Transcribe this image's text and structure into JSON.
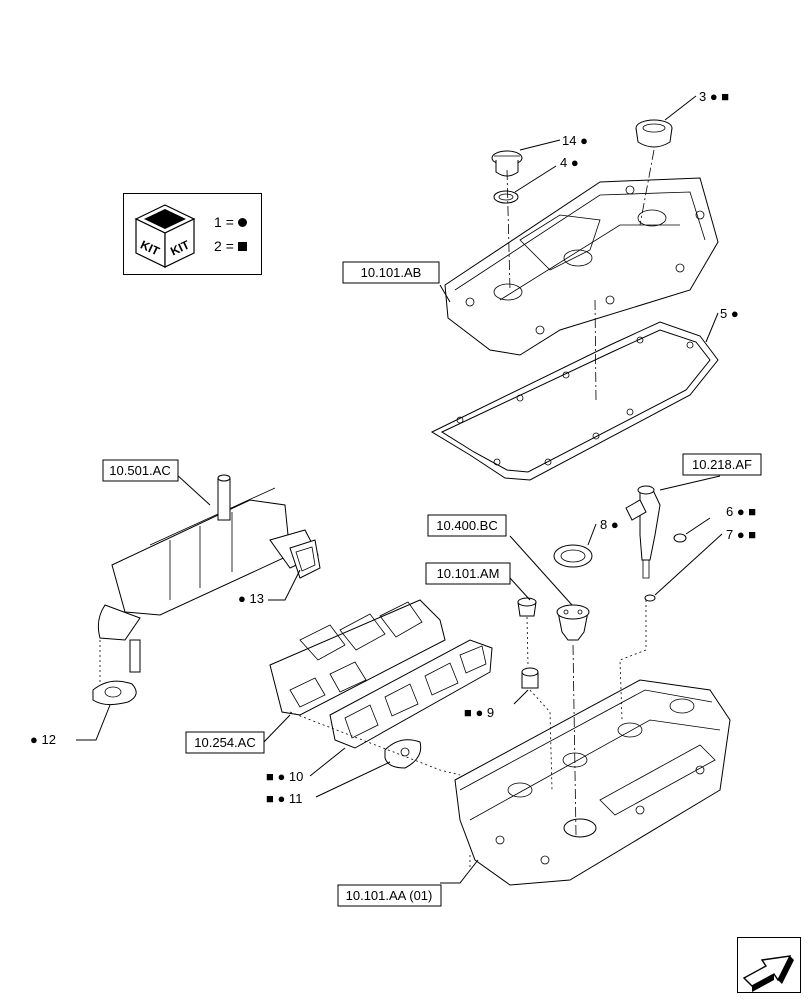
{
  "kit_legend": {
    "icon_text_left": "KIT",
    "icon_text_right": "KIT",
    "row1_number": "1",
    "row2_number": "2",
    "equals": "="
  },
  "symbols": {
    "circle": "●",
    "square": "■"
  },
  "ref_labels": {
    "valve_cover": "10.101.AB",
    "egr_cooler": "10.501.AC",
    "injector": "10.218.AF",
    "thermostat": "10.400.BC",
    "plug": "10.101.AM",
    "manifold": "10.254.AC",
    "cylinder_head": "10.101.AA (01)"
  },
  "callouts": {
    "c14": "14 ●",
    "c3": "3 ● ■",
    "c4": "4 ●",
    "c5": "5 ●",
    "c6": "6 ● ■",
    "c7": "7 ● ■",
    "c8": "8 ●",
    "c9": "■ ● 9",
    "c10": "■ ● 10",
    "c11": "■ ● 11",
    "c12": "● 12",
    "c13": "● 13"
  },
  "icons": {
    "nav": "arrow-icon",
    "kit": "kit-box-icon"
  }
}
